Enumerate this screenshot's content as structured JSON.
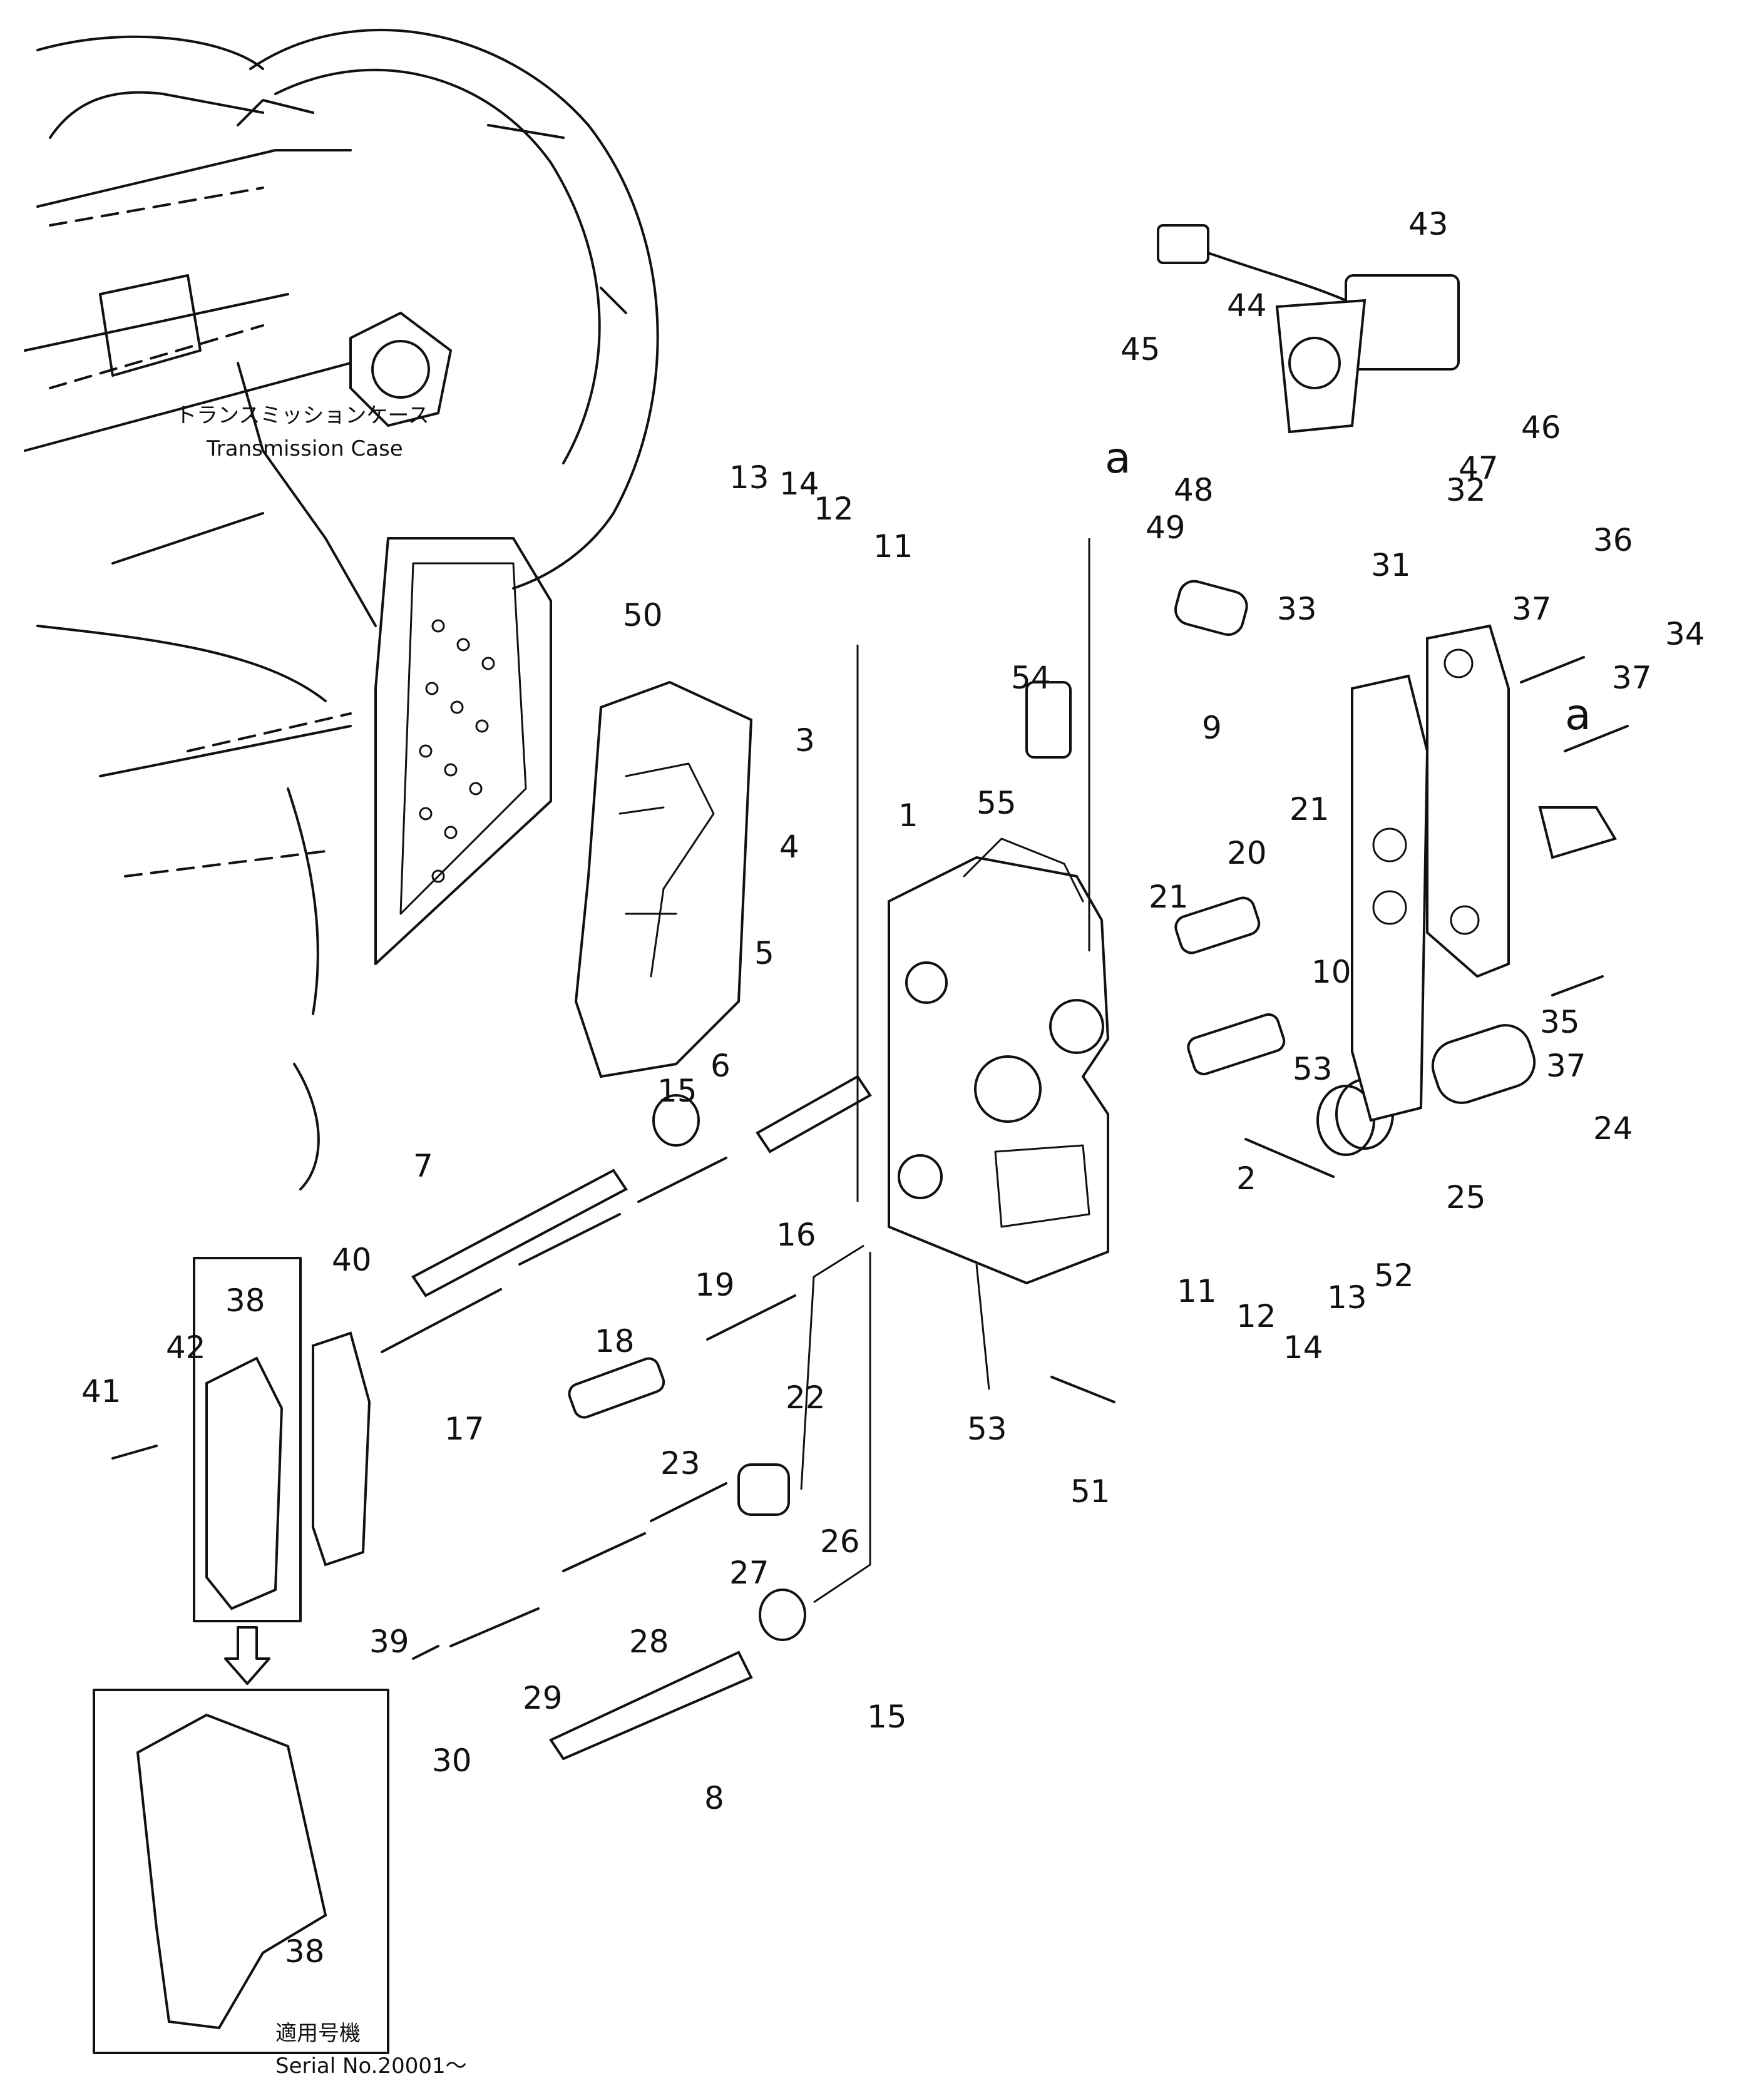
{
  "transmission_case": {
    "label_jp": "トランスミッションケース",
    "label_en": "Transmission Case"
  },
  "serial": {
    "label_jp": "適用号機",
    "label_en": "Serial No.20001～"
  },
  "callouts": [
    {
      "n": "1"
    },
    {
      "n": "2"
    },
    {
      "n": "3"
    },
    {
      "n": "4"
    },
    {
      "n": "5"
    },
    {
      "n": "6"
    },
    {
      "n": "7"
    },
    {
      "n": "8"
    },
    {
      "n": "9"
    },
    {
      "n": "10"
    },
    {
      "n": "11"
    },
    {
      "n": "11"
    },
    {
      "n": "12"
    },
    {
      "n": "12"
    },
    {
      "n": "13"
    },
    {
      "n": "13"
    },
    {
      "n": "14"
    },
    {
      "n": "14"
    },
    {
      "n": "15"
    },
    {
      "n": "15"
    },
    {
      "n": "16"
    },
    {
      "n": "17"
    },
    {
      "n": "18"
    },
    {
      "n": "19"
    },
    {
      "n": "20"
    },
    {
      "n": "21"
    },
    {
      "n": "21"
    },
    {
      "n": "22"
    },
    {
      "n": "23"
    },
    {
      "n": "24"
    },
    {
      "n": "25"
    },
    {
      "n": "26"
    },
    {
      "n": "27"
    },
    {
      "n": "28"
    },
    {
      "n": "29"
    },
    {
      "n": "30"
    },
    {
      "n": "31"
    },
    {
      "n": "32"
    },
    {
      "n": "33"
    },
    {
      "n": "34"
    },
    {
      "n": "35"
    },
    {
      "n": "36"
    },
    {
      "n": "37"
    },
    {
      "n": "37"
    },
    {
      "n": "37"
    },
    {
      "n": "38"
    },
    {
      "n": "38"
    },
    {
      "n": "39"
    },
    {
      "n": "40"
    },
    {
      "n": "41"
    },
    {
      "n": "42"
    },
    {
      "n": "43"
    },
    {
      "n": "44"
    },
    {
      "n": "45"
    },
    {
      "n": "46"
    },
    {
      "n": "47"
    },
    {
      "n": "48"
    },
    {
      "n": "49"
    },
    {
      "n": "50"
    },
    {
      "n": "51"
    },
    {
      "n": "52"
    },
    {
      "n": "53"
    },
    {
      "n": "53"
    },
    {
      "n": "54"
    },
    {
      "n": "55"
    }
  ],
  "ref_marks": [
    {
      "t": "a"
    },
    {
      "t": "a"
    }
  ]
}
